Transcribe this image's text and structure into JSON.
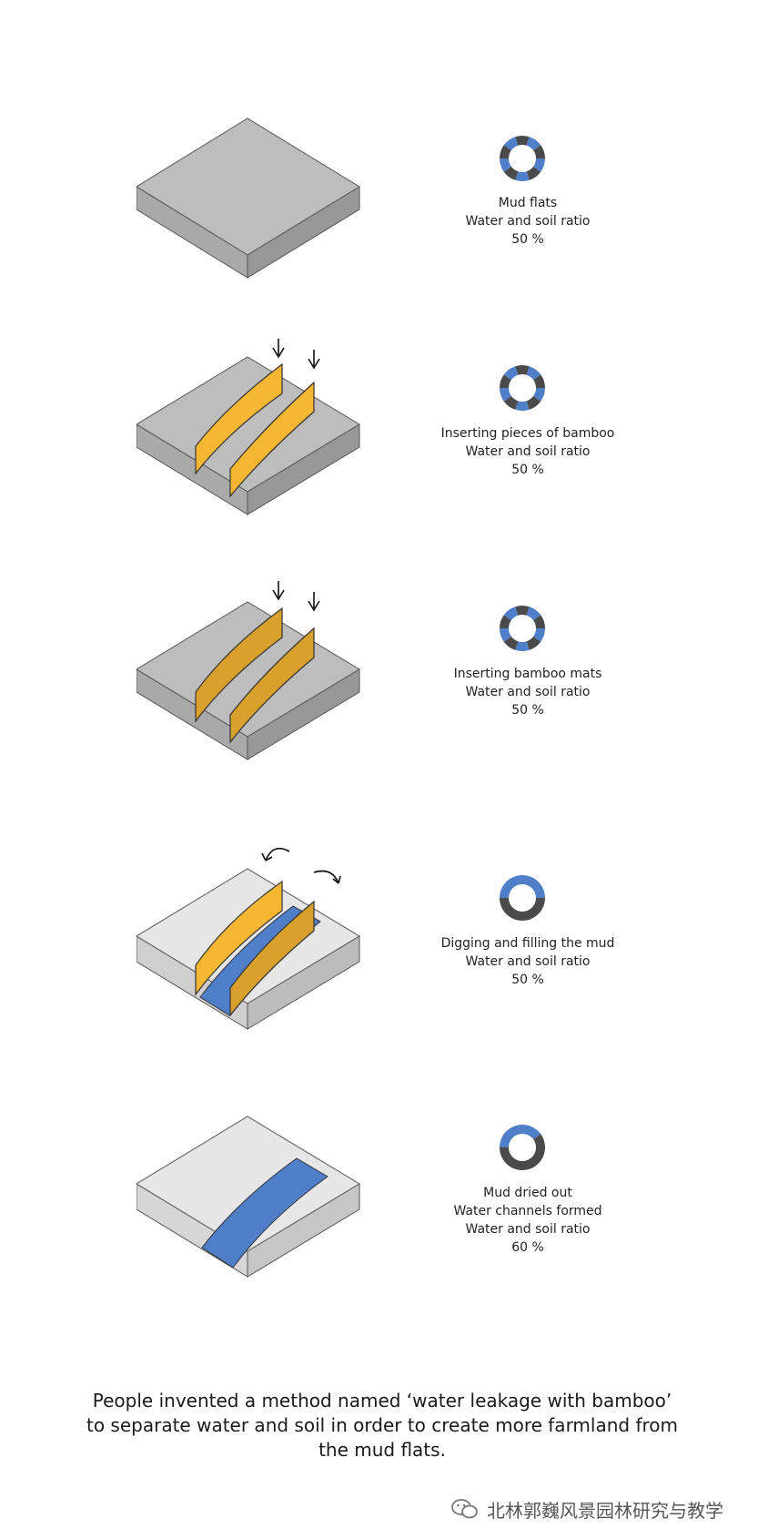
{
  "steps": [
    {
      "id": "mud-flats",
      "lines": [
        "Mud flats",
        "Water and soil ratio",
        "50 %"
      ],
      "water_fraction": 0.5,
      "ring_style": "segmented"
    },
    {
      "id": "bamboo-pieces",
      "lines": [
        "Inserting pieces of bamboo",
        "Water and soil ratio",
        "50 %"
      ],
      "water_fraction": 0.5,
      "ring_style": "segmented"
    },
    {
      "id": "bamboo-mats",
      "lines": [
        "Inserting bamboo mats",
        "Water and soil ratio",
        "50 %"
      ],
      "water_fraction": 0.5,
      "ring_style": "segmented"
    },
    {
      "id": "digging",
      "lines": [
        "Digging and filling the mud",
        "Water and soil ratio",
        "50 %"
      ],
      "water_fraction": 0.5,
      "ring_style": "split"
    },
    {
      "id": "dried",
      "lines": [
        "Mud dried out",
        "Water channels formed",
        "Water and soil ratio",
        "60 %"
      ],
      "water_fraction": 0.4,
      "ring_style": "split"
    }
  ],
  "footer": "People invented a method named ‘water leakage with bamboo’ to separate water and soil in order to create more farmland from the mud flats.",
  "watermark": "北林郭巍风景园林研究与教学",
  "colors": {
    "water": "#4f7fc9",
    "soil": "#4a4a4a",
    "bamboo": "#f5b731",
    "mud": "#bdbdbd",
    "dried_mud": "#e6e6e6"
  }
}
